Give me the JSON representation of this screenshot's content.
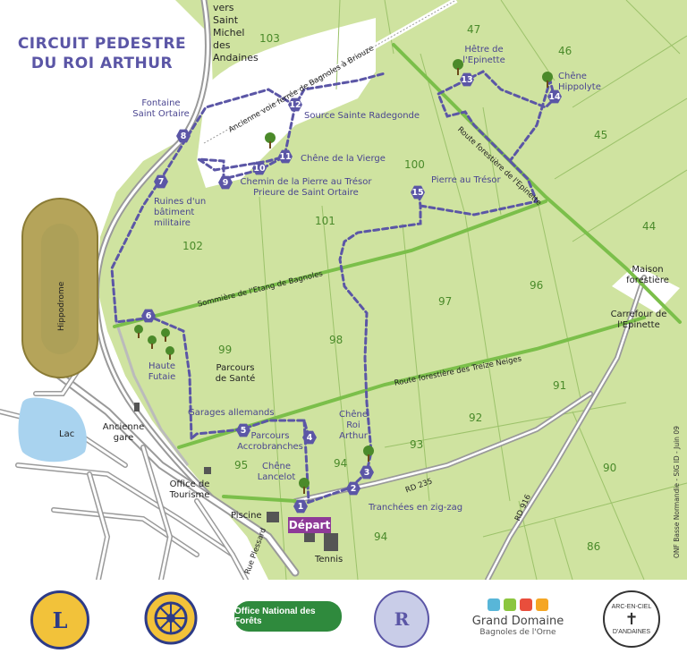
{
  "title": {
    "line1": "CIRCUIT PEDESTRE",
    "line2": "DU ROI ARTHUR"
  },
  "stops": [
    {
      "n": "1"
    },
    {
      "n": "2"
    },
    {
      "n": "3"
    },
    {
      "n": "4"
    },
    {
      "n": "5"
    },
    {
      "n": "6"
    },
    {
      "n": "7"
    },
    {
      "n": "8"
    },
    {
      "n": "9"
    },
    {
      "n": "10"
    },
    {
      "n": "11"
    },
    {
      "n": "12"
    },
    {
      "n": "13"
    },
    {
      "n": "14"
    },
    {
      "n": "15"
    }
  ],
  "depart": "Départ",
  "labels": {
    "vers_1": "vers",
    "vers_2": "Saint",
    "vers_3": "Michel",
    "vers_4": "des",
    "vers_5": "Andaines",
    "fontaine_1": "Fontaine",
    "fontaine_2": "Saint Ortaire",
    "source": "Source Sainte Radegonde",
    "chene_vierge": "Chêne de la Vierge",
    "chemin_1": "Chemin de la Pierre au Trésor",
    "chemin_2": "Prieure de Saint Ortaire",
    "pierre": "Pierre au Trésor",
    "hetre_1": "Hêtre de",
    "hetre_2": "l'Epinette",
    "chene_hip_1": "Chêne",
    "chene_hip_2": "Hippolyte",
    "ruines_1": "Ruines d'un",
    "ruines_2": "bâtiment",
    "ruines_3": "militaire",
    "maison_1": "Maison",
    "maison_2": "forestière",
    "carrefour_1": "Carrefour de",
    "carrefour_2": "l'Epinette",
    "haute_1": "Haute",
    "haute_2": "Futaie",
    "parcours_sante_1": "Parcours",
    "parcours_sante_2": "de Santé",
    "garages": "Garages allemands",
    "accro_1": "Parcours",
    "accro_2": "Accrobranches",
    "chene_roi_1": "Chêne",
    "chene_roi_2": "Roi",
    "chene_roi_3": "Arthur",
    "lancelot_1": "Chêne",
    "lancelot_2": "Lancelot",
    "tranchees": "Tranchées en zig-zag",
    "office_1": "Office de",
    "office_2": "Tourisme",
    "piscine": "Piscine",
    "tennis": "Tennis",
    "lac": "Lac",
    "gare_1": "Ancienne",
    "gare_2": "gare",
    "hippodrome": "Hippodrome"
  },
  "road_labels": {
    "rail": "Ancienne voie ferrée de Bagnoles à Briouze",
    "route_epinette": "Route forestière de l'Epinette",
    "sommiere": "Sommière de l'Etang de Bagnoles",
    "treize": "Route forestière des Treize Neiges",
    "rd235": "RD 235",
    "rd916": "RD 916",
    "rue": "Rue Plessard"
  },
  "parcels": [
    "103",
    "47",
    "46",
    "45",
    "44",
    "100",
    "101",
    "102",
    "99",
    "98",
    "97",
    "96",
    "95",
    "94",
    "93",
    "92",
    "91",
    "90",
    "86",
    "94"
  ],
  "credit": "ONF Basse Normandie - SIG ID - Juin 09",
  "logos": {
    "lions": "L",
    "onf": "Office National des Forêts",
    "club": "R",
    "grand_1": "Grand Domaine",
    "grand_2": "Bagnoles de l'Orne",
    "arc_1": "ARC-EN-CIEL",
    "arc_2": "D'ANDAINES"
  },
  "colors": {
    "forest": "#cfe3a0",
    "forest_line": "#9cc26a",
    "route": "#7bbf4a",
    "road": "#9a9a9a",
    "trail": "#5b56a6",
    "hippodrome": "#b5a45a",
    "lake": "#a9d3ef"
  }
}
